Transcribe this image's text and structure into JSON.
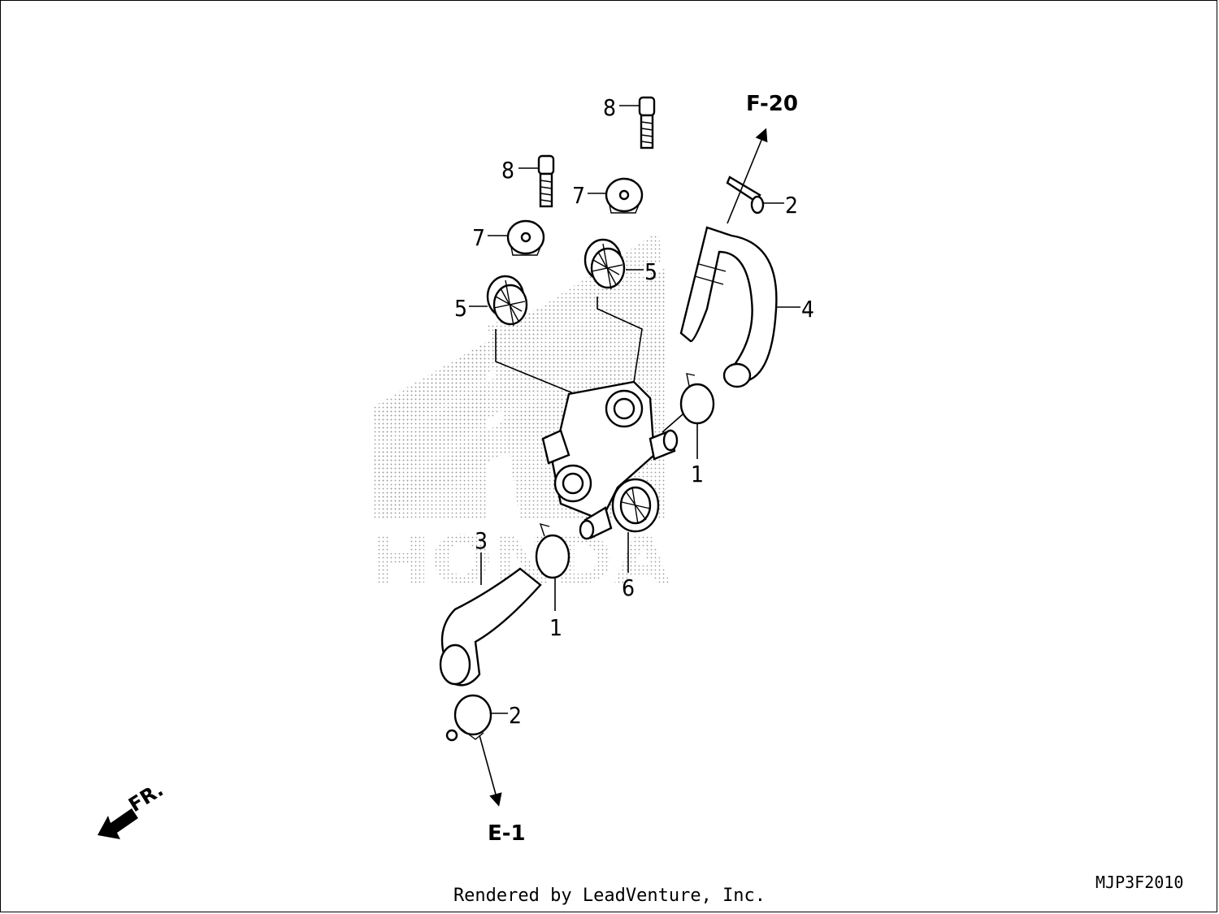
{
  "diagram": {
    "callouts": [
      {
        "id": "c8a",
        "label": "8"
      },
      {
        "id": "c8b",
        "label": "8"
      },
      {
        "id": "c7a",
        "label": "7"
      },
      {
        "id": "c7b",
        "label": "7"
      },
      {
        "id": "c5a",
        "label": "5"
      },
      {
        "id": "c5b",
        "label": "5"
      },
      {
        "id": "c4",
        "label": "4"
      },
      {
        "id": "c2a",
        "label": "2"
      },
      {
        "id": "c2b",
        "label": "2"
      },
      {
        "id": "c1a",
        "label": "1"
      },
      {
        "id": "c1b",
        "label": "1"
      },
      {
        "id": "c3",
        "label": "3"
      },
      {
        "id": "c6",
        "label": "6"
      }
    ],
    "references": {
      "top": "F-20",
      "bottom": "E-1"
    },
    "direction_label": "FR.",
    "diagram_code": "MJP3F2010",
    "watermark": "HONDA"
  },
  "footer": {
    "text": "Rendered by LeadVenture, Inc."
  }
}
